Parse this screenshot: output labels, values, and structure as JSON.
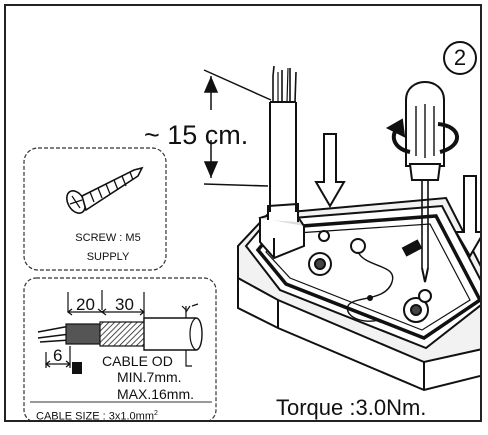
{
  "step_number": "2",
  "cable_length_label": "~ 15 cm.",
  "screw_box": {
    "line1": "SCREW : M5",
    "line2": "SUPPLY"
  },
  "cable_box": {
    "dim_strip": "20",
    "dim_sheath": "30",
    "dim_tip": "6",
    "od_title": "CABLE OD",
    "od_min": "MIN.7mm.",
    "od_max": "MAX.16mm.",
    "size_label": "CABLE SIZE : 3x1.0mm",
    "size_exp": "2"
  },
  "torque_label": "Torque :3.0Nm.",
  "icons": [
    "screw-icon",
    "screwdriver-icon",
    "rotation-arrow-icon",
    "down-arrow-icon",
    "cable-icon",
    "housing-icon"
  ]
}
